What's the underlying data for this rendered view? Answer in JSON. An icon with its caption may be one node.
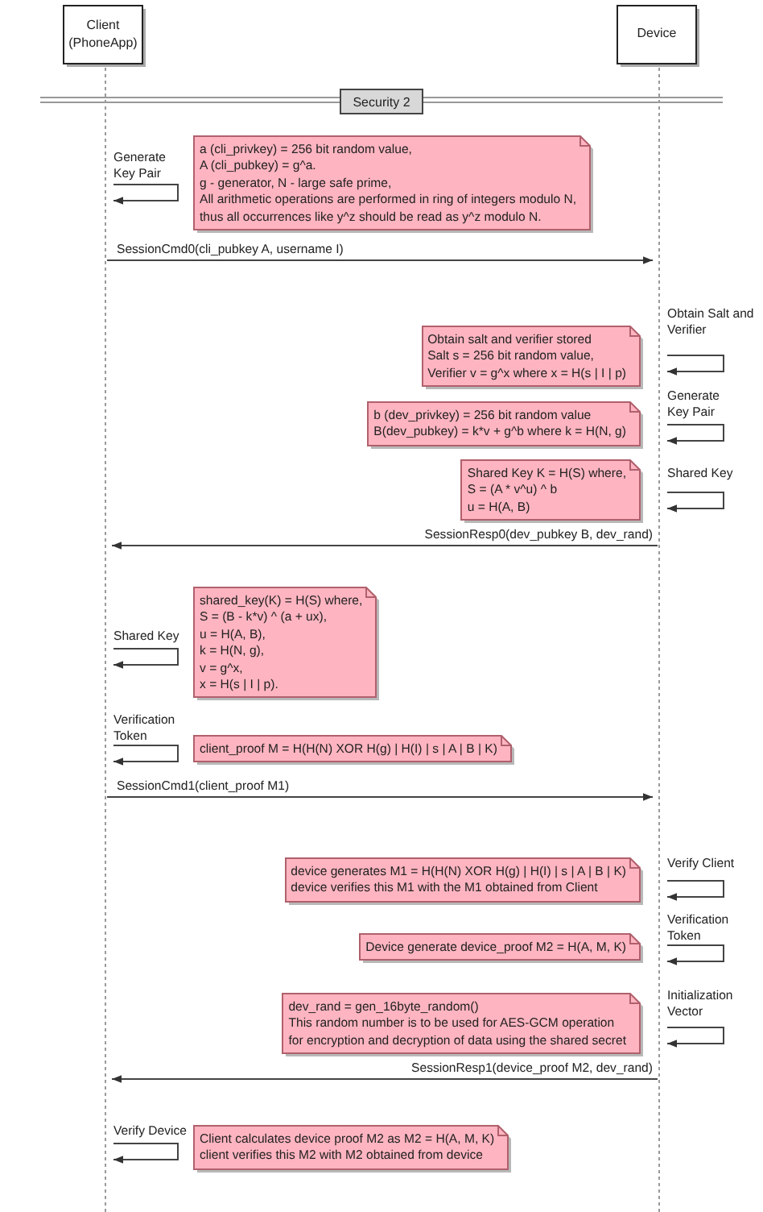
{
  "diagram": {
    "nodes": [
      {
        "text": [
          "Client (PhoneApp)"
        ]
      },
      {
        "text": [
          "Device"
        ]
      },
      {
        "text": [
          "Security 2"
        ]
      },
      {
        "text": [
          "a (cli_privkey) = 256 bit random value,",
          "A (cli_pubkey) = g^a.",
          "g - generator, N - large safe prime,",
          "All arithmetic operations are performed in ring of integers modulo N,",
          "thus all occurrences like y^z should be read as y^z modulo N."
        ]
      },
      {
        "text": [
          "Obtain salt and verifier stored",
          "Salt s = 256 bit random value,",
          "Verifier v = g^x where x = H(s | I | p)"
        ]
      },
      {
        "text": [
          "b (dev_privkey) = 256 bit random value",
          "B(dev_pubkey) = k*v + g^b where k = H(N, g)"
        ]
      },
      {
        "text": [
          "Shared Key K = H(S) where,",
          "S = (A * v^u) ^ b",
          "u = H(A, B)"
        ]
      },
      {
        "text": [
          "shared_key(K) = H(S) where,",
          "S = (B - k*v) ^ (a + ux),",
          "u = H(A, B),",
          "k = H(N, g),",
          "v = g^x,",
          "x = H(s | I | p)."
        ]
      },
      {
        "text": [
          "client_proof M = H(H(N) XOR H(g) | H(I) | s | A | B | K)"
        ]
      },
      {
        "text": [
          "device generates M1 = H(H(N) XOR H(g) | H(I) | s | A | B | K)",
          "device verifies this M1 with the M1 obtained from Client"
        ]
      },
      {
        "text": [
          "Device generate device_proof M2 = H(A, M, K)"
        ]
      },
      {
        "text": [
          "dev_rand = gen_16byte_random()",
          "This random number is to be used for AES-GCM operation",
          "for encryption and decryption of data using the shared secret"
        ]
      },
      {
        "text": [
          "Client calculates device proof M2 as M2 = H(A, M, K)",
          "client verifies this M2 with M2 obtained from device"
        ]
      }
    ],
    "edges": [
      {
        "from": 0,
        "to": 0,
        "arrow": "to",
        "label": "Generate Key Pair"
      },
      {
        "from": 0,
        "to": 1,
        "arrow": "to",
        "label": "SessionCmd0(cli_pubkey A, username I)"
      },
      {
        "from": 1,
        "to": 1,
        "arrow": "to",
        "label": "Obtain Salt and Verifier"
      },
      {
        "from": 1,
        "to": 1,
        "arrow": "to",
        "label": "Generate Key Pair"
      },
      {
        "from": 1,
        "to": 1,
        "arrow": "to",
        "label": "Shared Key"
      },
      {
        "from": 1,
        "to": 0,
        "arrow": "to",
        "label": "SessionResp0(dev_pubkey B, dev_rand)"
      },
      {
        "from": 0,
        "to": 0,
        "arrow": "to",
        "label": "Shared Key"
      },
      {
        "from": 0,
        "to": 0,
        "arrow": "to",
        "label": "Verification Token"
      },
      {
        "from": 0,
        "to": 1,
        "arrow": "to",
        "label": "SessionCmd1(client_proof M1)"
      },
      {
        "from": 1,
        "to": 1,
        "arrow": "to",
        "label": "Verify Client"
      },
      {
        "from": 1,
        "to": 1,
        "arrow": "to",
        "label": "Verification Token"
      },
      {
        "from": 1,
        "to": 1,
        "arrow": "to",
        "label": "Initialization Vector"
      },
      {
        "from": 1,
        "to": 0,
        "arrow": "to",
        "label": "SessionResp1(device_proof M2, dev_rand)"
      },
      {
        "from": 0,
        "to": 0,
        "arrow": "to",
        "label": "Verify Device"
      }
    ]
  }
}
